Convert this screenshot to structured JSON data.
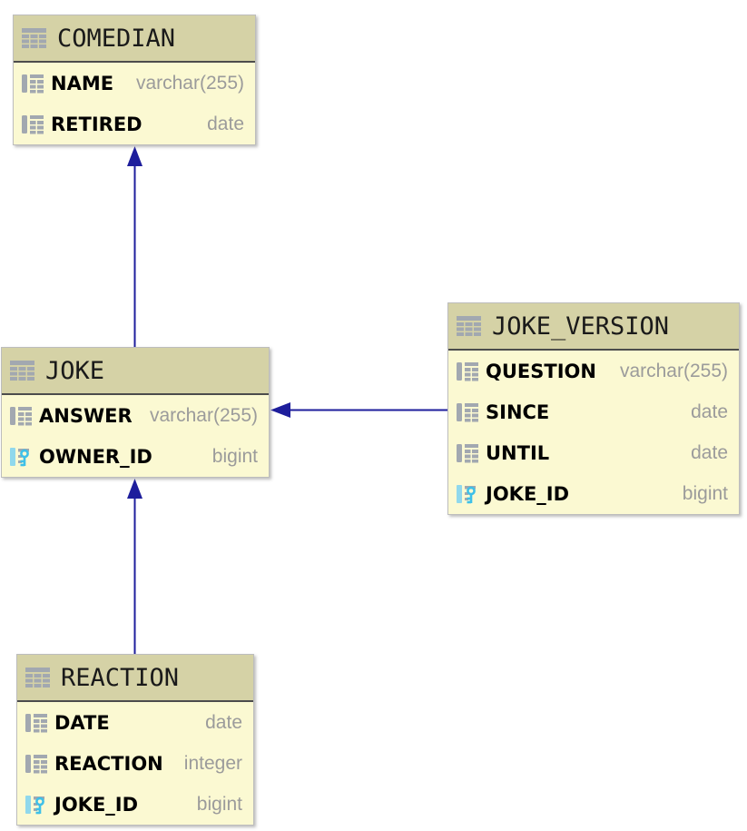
{
  "diagram": {
    "colors": {
      "header_bg": "#d5d2a6",
      "body_bg": "#fbf9d2",
      "border": "#bdbdbd",
      "header_divider": "#4c4c4c",
      "relation_arrow": "#1e1e9c",
      "icon_gray": "#a2a8b0",
      "icon_key_cyan": "#3ec0e8",
      "type_text": "#9b9b9b",
      "canvas_bg": "#ffffff"
    },
    "icons": {
      "table": "table-icon",
      "column": "column-icon",
      "foreign_key": "foreign-key-column-icon"
    },
    "tables": [
      {
        "name": "COMEDIAN",
        "columns": [
          {
            "name": "NAME",
            "type": "varchar(255)"
          },
          {
            "name": "RETIRED",
            "type": "date"
          }
        ]
      },
      {
        "name": "JOKE",
        "columns": [
          {
            "name": "ANSWER",
            "type": "varchar(255)"
          },
          {
            "name": "OWNER_ID",
            "type": "bigint"
          }
        ]
      },
      {
        "name": "JOKE_VERSION",
        "columns": [
          {
            "name": "QUESTION",
            "type": "varchar(255)"
          },
          {
            "name": "SINCE",
            "type": "date"
          },
          {
            "name": "UNTIL",
            "type": "date"
          },
          {
            "name": "JOKE_ID",
            "type": "bigint"
          }
        ]
      },
      {
        "name": "REACTION",
        "columns": [
          {
            "name": "DATE",
            "type": "date"
          },
          {
            "name": "REACTION",
            "type": "integer"
          },
          {
            "name": "JOKE_ID",
            "type": "bigint"
          }
        ]
      }
    ],
    "relations": [
      {
        "from": "JOKE",
        "from_column": "OWNER_ID",
        "to": "COMEDIAN",
        "direction": "up"
      },
      {
        "from": "JOKE_VERSION",
        "from_column": "JOKE_ID",
        "to": "JOKE",
        "direction": "left"
      },
      {
        "from": "REACTION",
        "from_column": "JOKE_ID",
        "to": "JOKE",
        "direction": "up"
      }
    ]
  }
}
